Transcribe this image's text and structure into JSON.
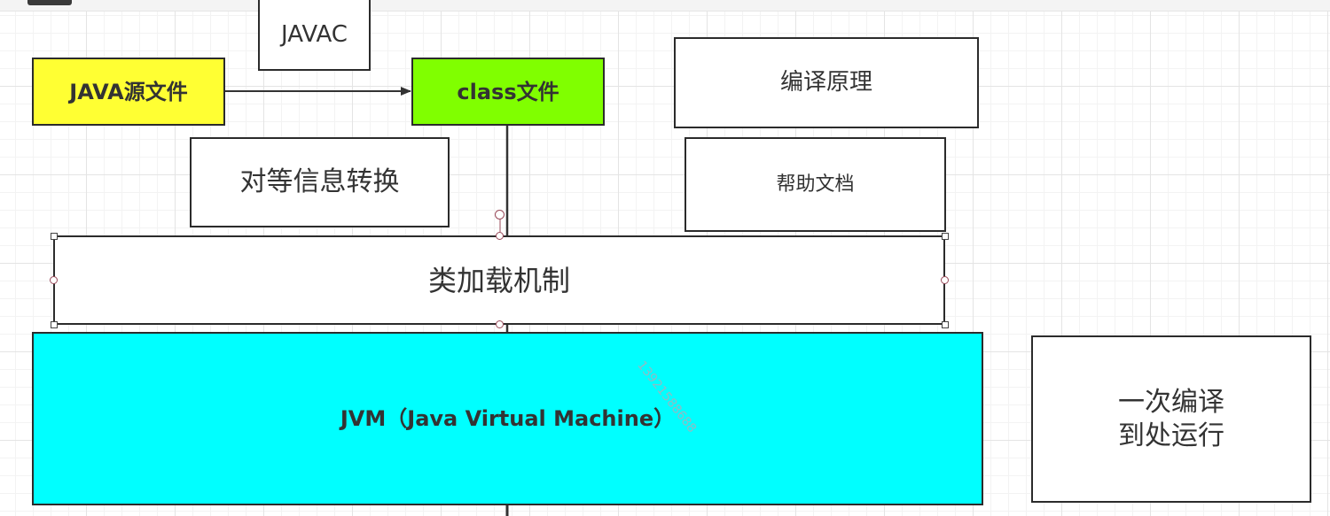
{
  "nodes": {
    "javac": "JAVAC",
    "source_file": "JAVA源文件",
    "class_file": "class文件",
    "compile_principle": "编译原理",
    "peer_conversion": "对等信息转换",
    "help_docs": "帮助文档",
    "class_loading": "类加载机制",
    "jvm": "JVM（Java Virtual Machine）",
    "compile_once_line1": "一次编译",
    "compile_once_line2": "到处运行"
  },
  "watermark": "13921588688",
  "colors": {
    "source_fill": "#ffff33",
    "class_fill": "#80ff00",
    "jvm_fill": "#00ffff",
    "stroke": "#2b2b2b"
  }
}
